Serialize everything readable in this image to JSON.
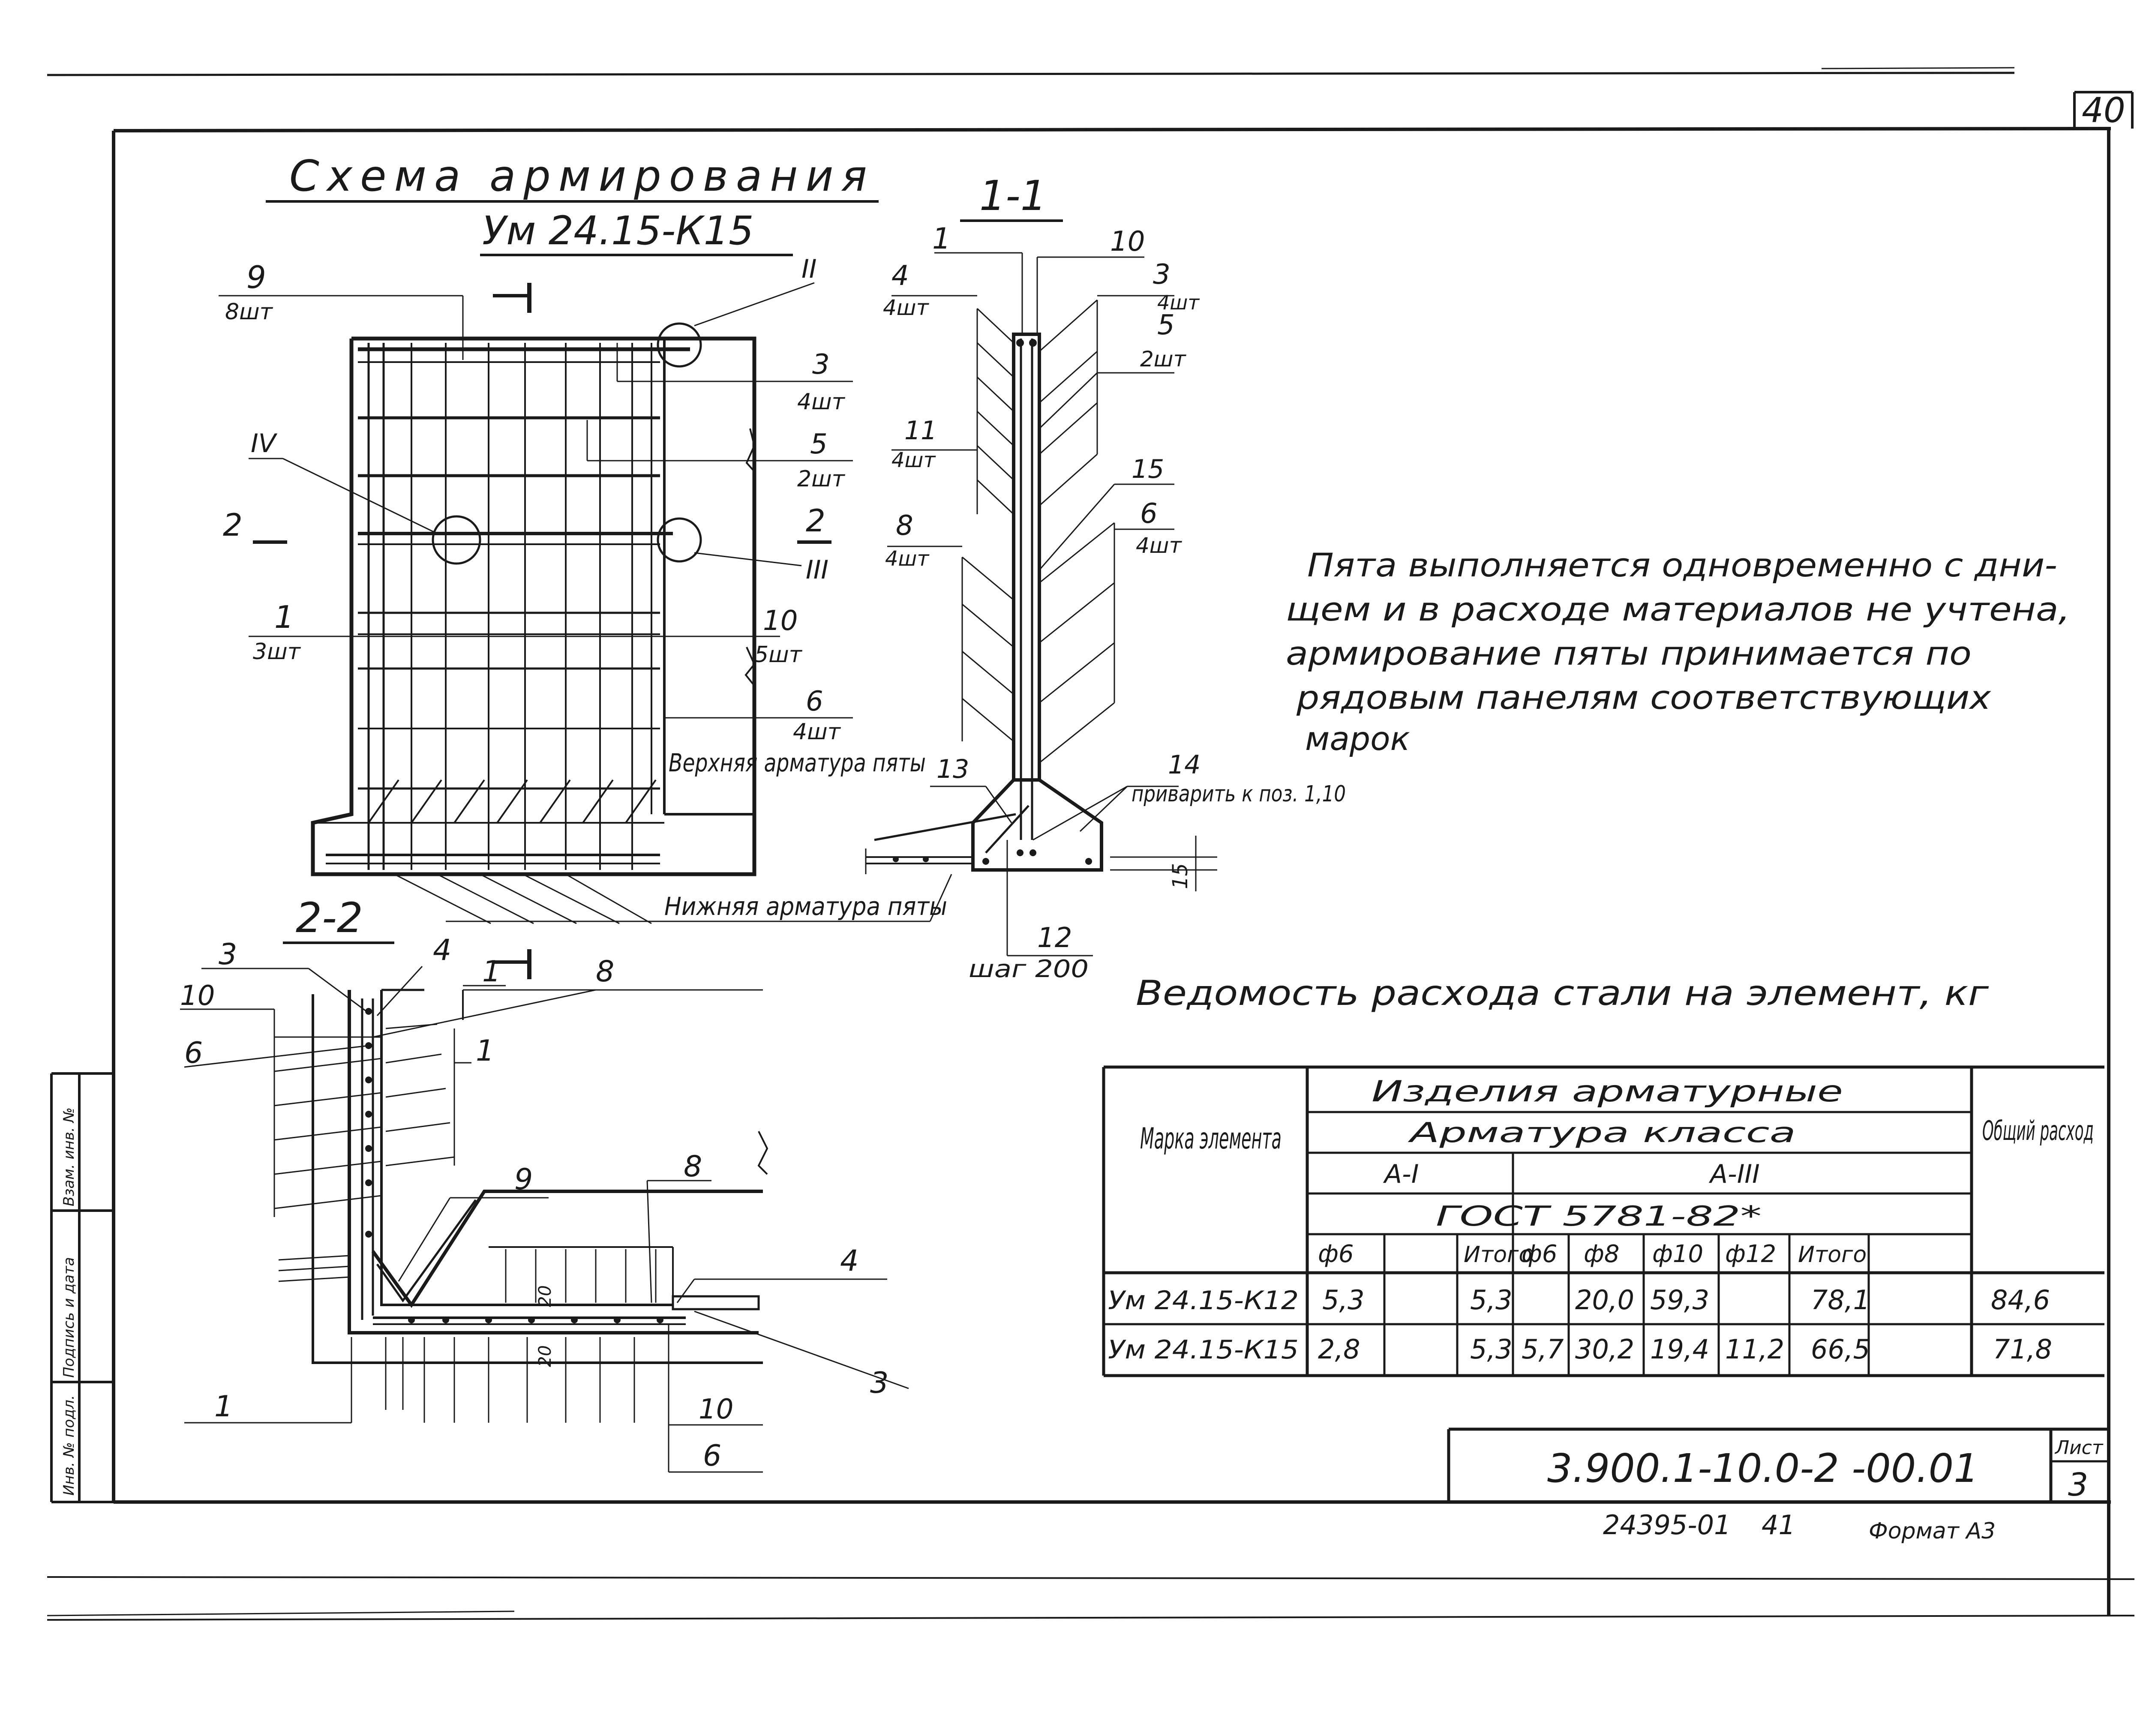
{
  "sheet": {
    "page_number": "40",
    "document_code": "3.900.1-10.0-2 -00.01",
    "sheet_label": "Лист",
    "sheet_number": "3",
    "stamp_number": "24395-01",
    "stamp_extra": "41",
    "format": "Формат А3",
    "side_stamp": [
      "Инв. № подл.",
      "Подпись и дата",
      "Взам. инв. №"
    ]
  },
  "scheme": {
    "title": "Схема армирования",
    "mark": "Ум 24.15-К15",
    "labels": {
      "p9": "9",
      "p9q": "8шт",
      "p3": "3",
      "p3q": "4шт",
      "p5": "5",
      "p5q": "2шт",
      "p1": "1",
      "p1q": "3шт",
      "p10": "10",
      "p10q": "5шт",
      "p6": "6",
      "p6q": "4шт",
      "rII": "II",
      "rIII": "III",
      "rIV": "IV",
      "cut2": "2",
      "top_reinf": "Верхняя арматура пяты",
      "bottom_reinf": "Нижняя арматура пяты"
    }
  },
  "section11": {
    "title": "1-1",
    "labels": {
      "p1": "1",
      "p10": "10",
      "p4": "4",
      "p4q": "4шт",
      "p3": "3",
      "p3q": "4шт",
      "p5": "5",
      "p5q": "2шт",
      "p11": "11",
      "p11q": "4шт",
      "p15": "15",
      "p8": "8",
      "p8q": "4шт",
      "p6": "6",
      "p6q": "4шт",
      "p13": "13",
      "p14": "14",
      "weld": "приварить к поз. 1,10",
      "dim15": "15",
      "p12": "12",
      "step": "шаг 200"
    }
  },
  "section22": {
    "title": "2-2",
    "labels": {
      "p3": "3",
      "p4": "4",
      "p1a": "1",
      "p8": "8",
      "p10": "10",
      "p6": "6",
      "p1b": "1",
      "p9": "9",
      "p8b": "8",
      "p4b": "4",
      "p3b": "3",
      "p1c": "1",
      "p10b": "10",
      "p6b": "6",
      "dim20a": "20",
      "dim20b": "20"
    }
  },
  "note": {
    "lines": [
      "Пята выполняется одновременно с дни-",
      "щем и в расходе материалов не учтена,",
      "армирование пяты принимается по",
      "рядовым панелям соответствующих",
      "марок"
    ]
  },
  "steel_table": {
    "title": "Ведомость расхода стали на элемент, кг",
    "headers": {
      "mark": "Марка элемента",
      "products": "Изделия арматурные",
      "rebar": "Арматура класса",
      "class1": "А-I",
      "class3": "А-III",
      "gost": "ГОСТ 5781-82*",
      "total": "Общий расход"
    },
    "columns": [
      "ф6",
      "",
      "Итого",
      "ф6",
      "ф8",
      "ф10",
      "ф12",
      "Итого"
    ],
    "rows": [
      {
        "mark": "Ум 24.15-К12",
        "cells": [
          "5,3",
          "",
          "5,3",
          "",
          "20,0",
          "59,3",
          "",
          "78,1"
        ],
        "total": "84,6"
      },
      {
        "mark": "Ум 24.15-К15",
        "cells": [
          "2,8",
          "",
          "5,3",
          "5,7",
          "30,2",
          "19,4",
          "11,2",
          "66,5"
        ],
        "total": "71,8"
      }
    ]
  }
}
